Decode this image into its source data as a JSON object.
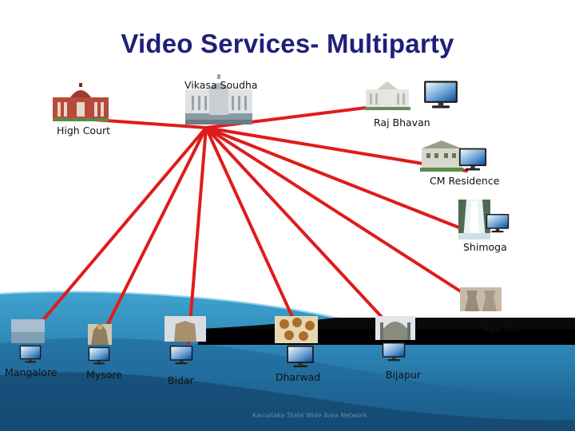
{
  "title": "Video Services- Multiparty",
  "hub": {
    "label": "Vikasa Soudha"
  },
  "nodes": [
    {
      "id": "high-court",
      "label": "High Court",
      "icon": "high-court-building-icon"
    },
    {
      "id": "raj-bhavan",
      "label": "Raj Bhavan",
      "icon": "raj-bhavan-building-icon"
    },
    {
      "id": "cm-residence",
      "label": "CM Residence",
      "icon": "cm-residence-building-icon"
    },
    {
      "id": "shimoga",
      "label": "Shimoga",
      "icon": "waterfall-icon"
    },
    {
      "id": "raichur",
      "label": "Raichur",
      "icon": "cooling-towers-icon"
    },
    {
      "id": "mangalore",
      "label": "Mangalore",
      "icon": "seashore-icon"
    },
    {
      "id": "mysore",
      "label": "Mysore",
      "icon": "temple-tower-icon"
    },
    {
      "id": "bidar",
      "label": "Bidar",
      "icon": "fort-icon"
    },
    {
      "id": "dharwad",
      "label": "Dharwad",
      "icon": "sweets-icon"
    },
    {
      "id": "bijapur",
      "label": "Bijapur",
      "icon": "gol-gumbaz-icon"
    }
  ],
  "footer": "Karnataka State Wide Area Network",
  "colors": {
    "title": "#1f1f7a",
    "link": "#e01b1b",
    "wave_light": "#3fa3d0",
    "wave_dark": "#1a5a86",
    "band": "#000000"
  }
}
